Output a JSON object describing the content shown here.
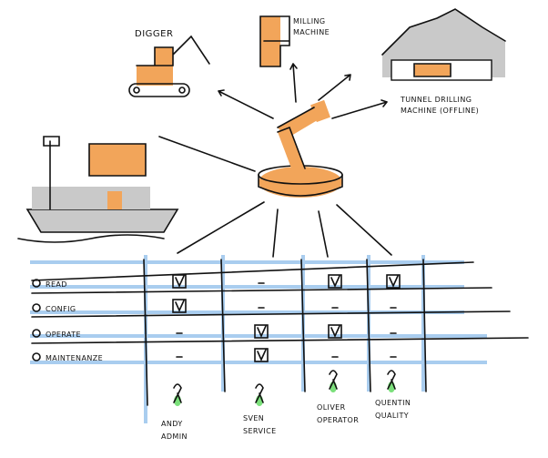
{
  "machines": [
    {
      "label_lines": [
        "DIGGER"
      ]
    },
    {
      "label_lines": [
        "MILLING",
        "MACHINE"
      ]
    },
    {
      "label_lines": [
        "TUNNEL DRILLING",
        "MACHINE (OFFLINE)"
      ]
    }
  ],
  "permissions": [
    {
      "label": "READ",
      "icon": "eye-icon"
    },
    {
      "label": "CONFIG",
      "icon": "pencil-icon"
    },
    {
      "label": "OPERATE",
      "icon": "hand-crank-icon"
    },
    {
      "label": "MAINTENANZE",
      "icon": "wrench-icon"
    }
  ],
  "users": [
    {
      "name": "ANDY",
      "role": "ADMIN"
    },
    {
      "name": "SVEN",
      "role": "SERVICE"
    },
    {
      "name": "OLIVER",
      "role": "OPERATOR"
    },
    {
      "name": "QUENTIN",
      "role": "QUALITY"
    }
  ],
  "matrix": [
    [
      true,
      false,
      true,
      true
    ],
    [
      true,
      false,
      false,
      false
    ],
    [
      false,
      true,
      true,
      false
    ],
    [
      false,
      true,
      false,
      false
    ]
  ],
  "colors": {
    "accent": "#f2a55a",
    "grid_blue": "#a9cdef",
    "user_green": "#7be07b",
    "ink": "#111111"
  }
}
